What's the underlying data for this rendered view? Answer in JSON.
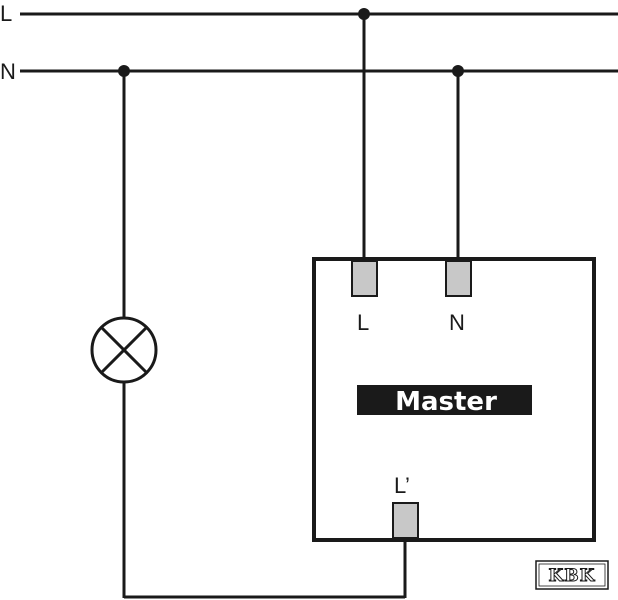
{
  "lines": {
    "live_label": "L",
    "neutral_label": "N"
  },
  "device": {
    "title": "Master",
    "terminal_l": "L",
    "terminal_n": "N",
    "terminal_out": "L’"
  },
  "logo": {
    "text": "KBK"
  },
  "colors": {
    "wire": "#1a1a1a",
    "terminal_fill": "#c8c8c8",
    "title_bg": "#1a1a1a"
  }
}
